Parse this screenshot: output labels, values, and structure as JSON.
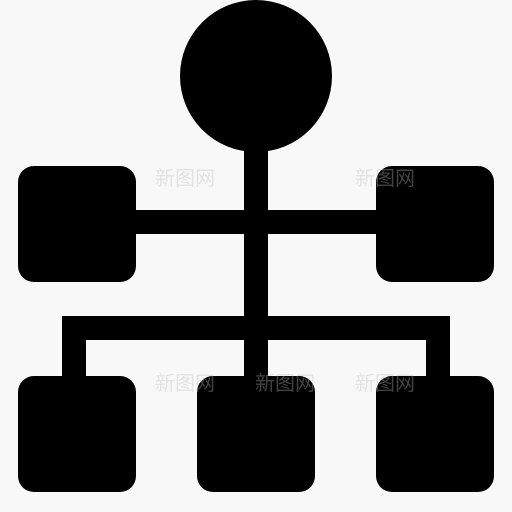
{
  "icon": {
    "name": "hierarchy-structure-icon",
    "background_color": "#f8f8f8",
    "fill_color": "#000000"
  },
  "watermarks": [
    "新图网",
    "新图网",
    "新图网",
    "新图网",
    "新图网"
  ]
}
